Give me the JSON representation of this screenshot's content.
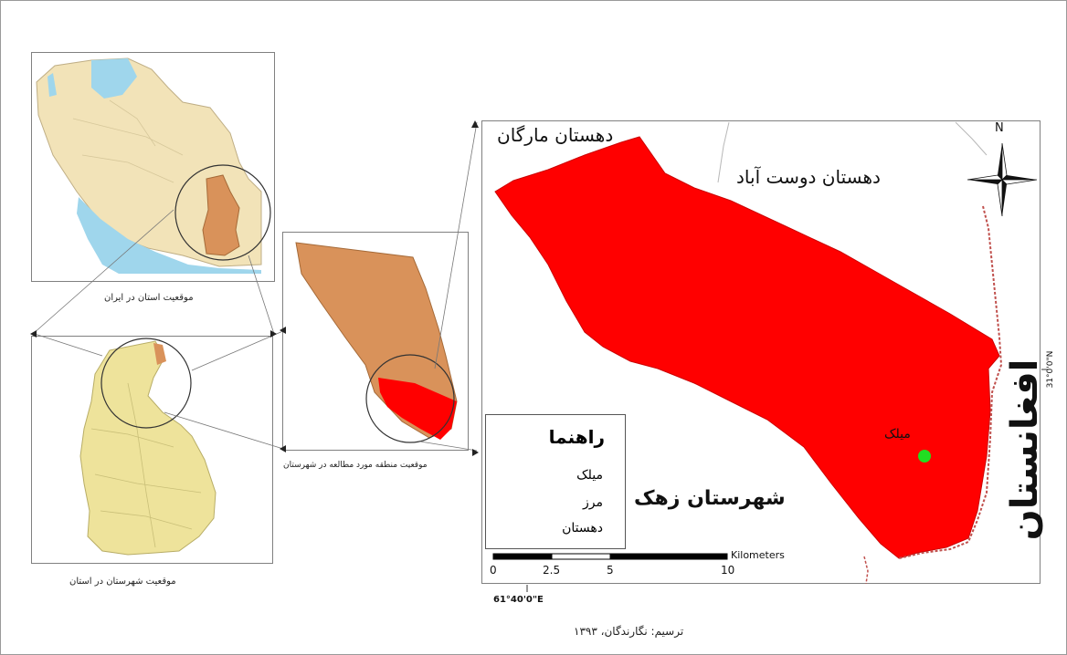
{
  "captions": {
    "iran": "موقعیت استان در ایران",
    "province": "موقعیت شهرستان در استان",
    "county": "موقعیت منطقه مورد مطالعه در شهرستان",
    "drawn_by": "ترسیم: نگارندگان، ۱۳۹۳"
  },
  "map_labels": {
    "margan": "دهستان مارگان",
    "doost_abad": "دهستان دوست آباد",
    "zahak": "شهرستان زهک",
    "afghanistan": "افغانستان",
    "milak_point": "میلک",
    "north": "N",
    "lat": "31°0'0\"N",
    "lon": "61°40'0\"E"
  },
  "legend": {
    "title": "راهنما",
    "items": [
      {
        "label": "میلک",
        "symbol": "green-point"
      },
      {
        "label": "مرز",
        "symbol": "dashed-boundary"
      },
      {
        "label": "دهستان",
        "symbol": "red-polygon"
      }
    ]
  },
  "scale_bar": {
    "ticks": [
      "0",
      "2.5",
      "5",
      "10"
    ],
    "unit": "Kilometers"
  },
  "colors": {
    "study_area": "#ff0000",
    "county": "#d9925a",
    "province": "#eee39b",
    "iran": "#f2e3b8",
    "water": "#9fd6ec",
    "village": "#22dd22",
    "border": "#c0504d"
  }
}
